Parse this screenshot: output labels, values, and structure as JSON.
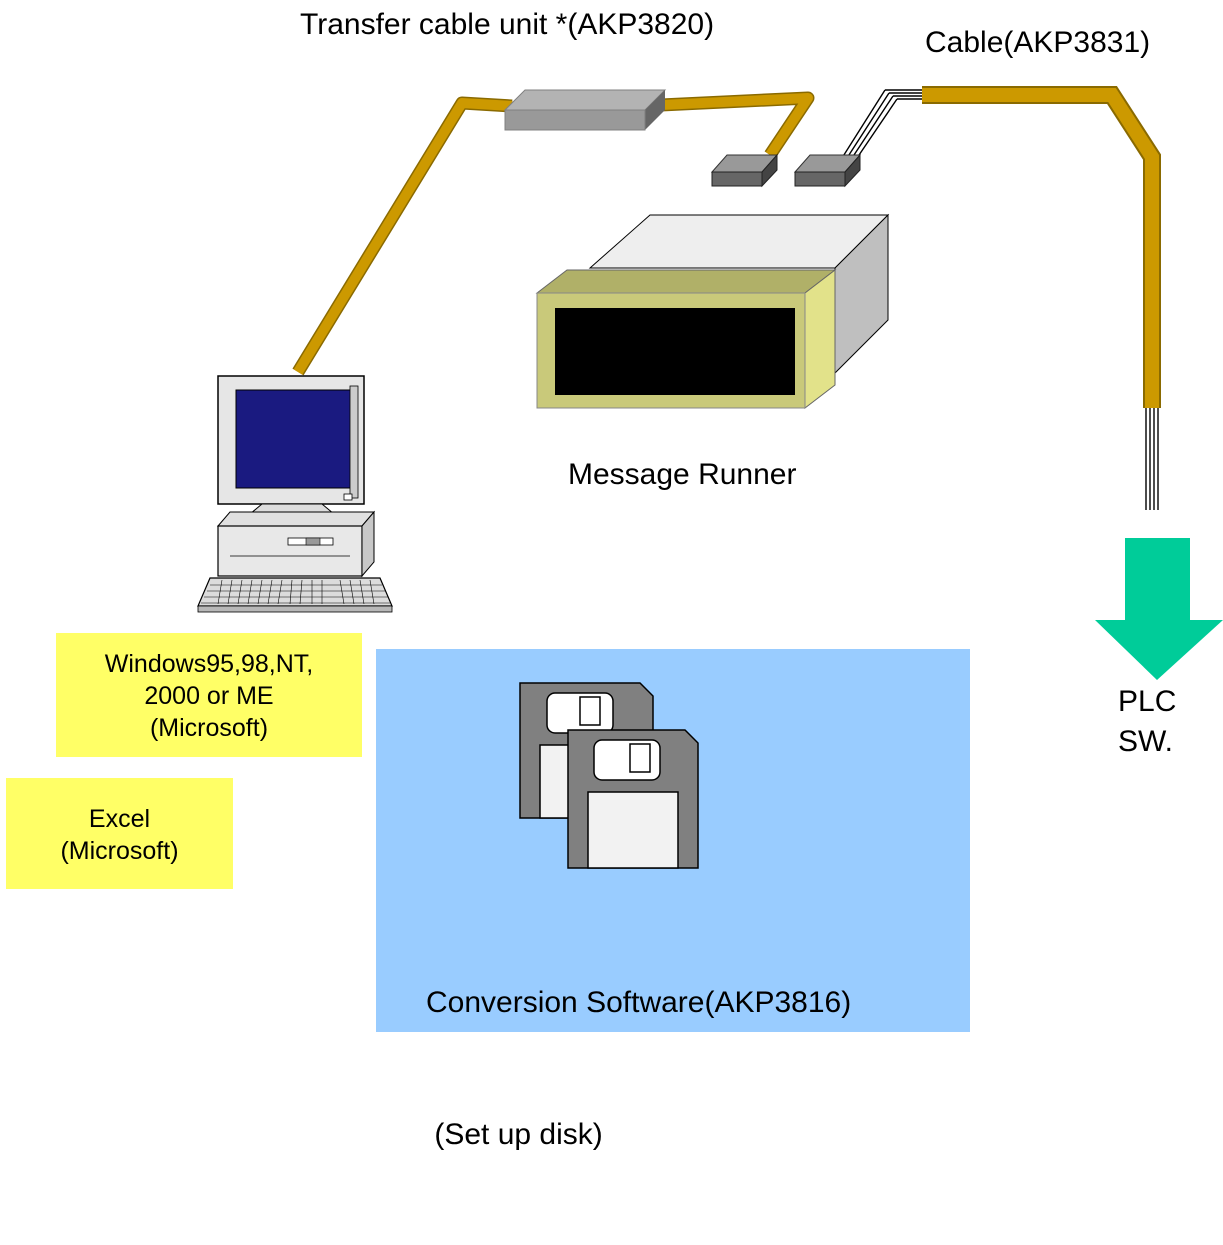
{
  "labels": {
    "transfer_cable": "Transfer cable unit *(AKP3820)",
    "cable": "Cable(AKP3831)",
    "message_runner": "Message Runner",
    "plc_line1": "PLC",
    "plc_line2": "SW.",
    "os_line1": "Windows95,98,NT,",
    "os_line2": "2000 or ME",
    "os_line3": "(Microsoft)",
    "excel_line1": "Excel",
    "excel_line2": "(Microsoft)",
    "software_line1": "Conversion Software(AKP3816)",
    "software_line2": " (Set up disk)"
  },
  "icons": [
    "computer-icon",
    "floppy-disk-icon",
    "down-arrow-icon"
  ],
  "colors": {
    "cable": "#cc9900",
    "cable_edge": "#8a6a00",
    "os_box": "#ffff66",
    "software_panel": "#99ccff",
    "arrow": "#00cc99",
    "display_frame": "#c9c97a",
    "display_screen": "#000000",
    "monitor_screen": "#1a1a80"
  }
}
